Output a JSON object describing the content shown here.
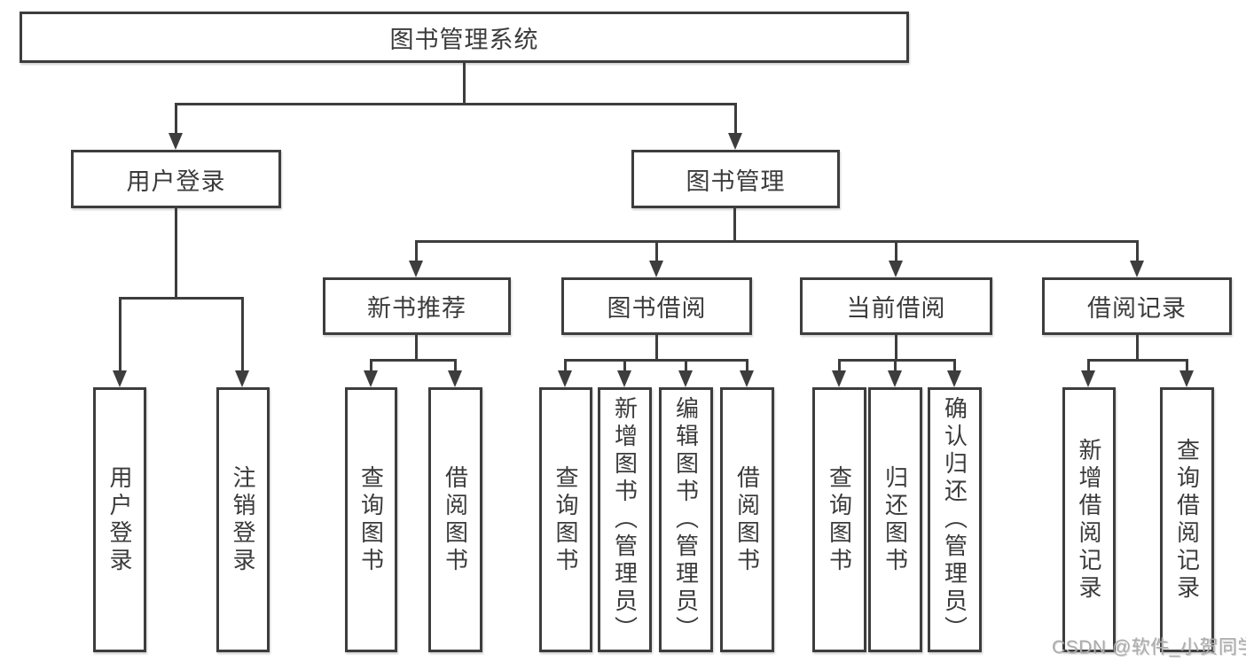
{
  "diagram": {
    "title_node": {
      "label": "图书管理系统"
    },
    "level2": [
      {
        "id": "user-login",
        "label": "用户登录"
      },
      {
        "id": "book-management",
        "label": "图书管理"
      }
    ],
    "level3": [
      {
        "id": "new-book-recommend",
        "label": "新书推荐"
      },
      {
        "id": "book-borrow",
        "label": "图书借阅"
      },
      {
        "id": "current-borrow",
        "label": "当前借阅"
      },
      {
        "id": "borrow-records",
        "label": "借阅记录"
      }
    ],
    "leaves": [
      {
        "id": "user-login-leaf",
        "label": "用户登录"
      },
      {
        "id": "logout",
        "label": "注销登录"
      },
      {
        "id": "query-book-1",
        "label": "查询图书"
      },
      {
        "id": "borrow-book-1",
        "label": "借阅图书"
      },
      {
        "id": "query-book-2",
        "label": "查询图书"
      },
      {
        "id": "add-book-admin",
        "label": "新增图书（管理员）"
      },
      {
        "id": "edit-book-admin",
        "label": "编辑图书（管理员）"
      },
      {
        "id": "borrow-book-2",
        "label": "借阅图书"
      },
      {
        "id": "query-book-3",
        "label": "查询图书"
      },
      {
        "id": "return-book",
        "label": "归还图书"
      },
      {
        "id": "confirm-return-admin",
        "label": "确认归还（管理员）"
      },
      {
        "id": "add-borrow-record",
        "label": "新增借阅记录"
      },
      {
        "id": "query-borrow-record",
        "label": "查询借阅记录"
      }
    ],
    "watermark": "CSDN @软件_小贺同学",
    "colors": {
      "line": "#3d3d3d",
      "text": "#3b3b3b",
      "background": "#ffffff",
      "watermark": "#acacac"
    }
  }
}
